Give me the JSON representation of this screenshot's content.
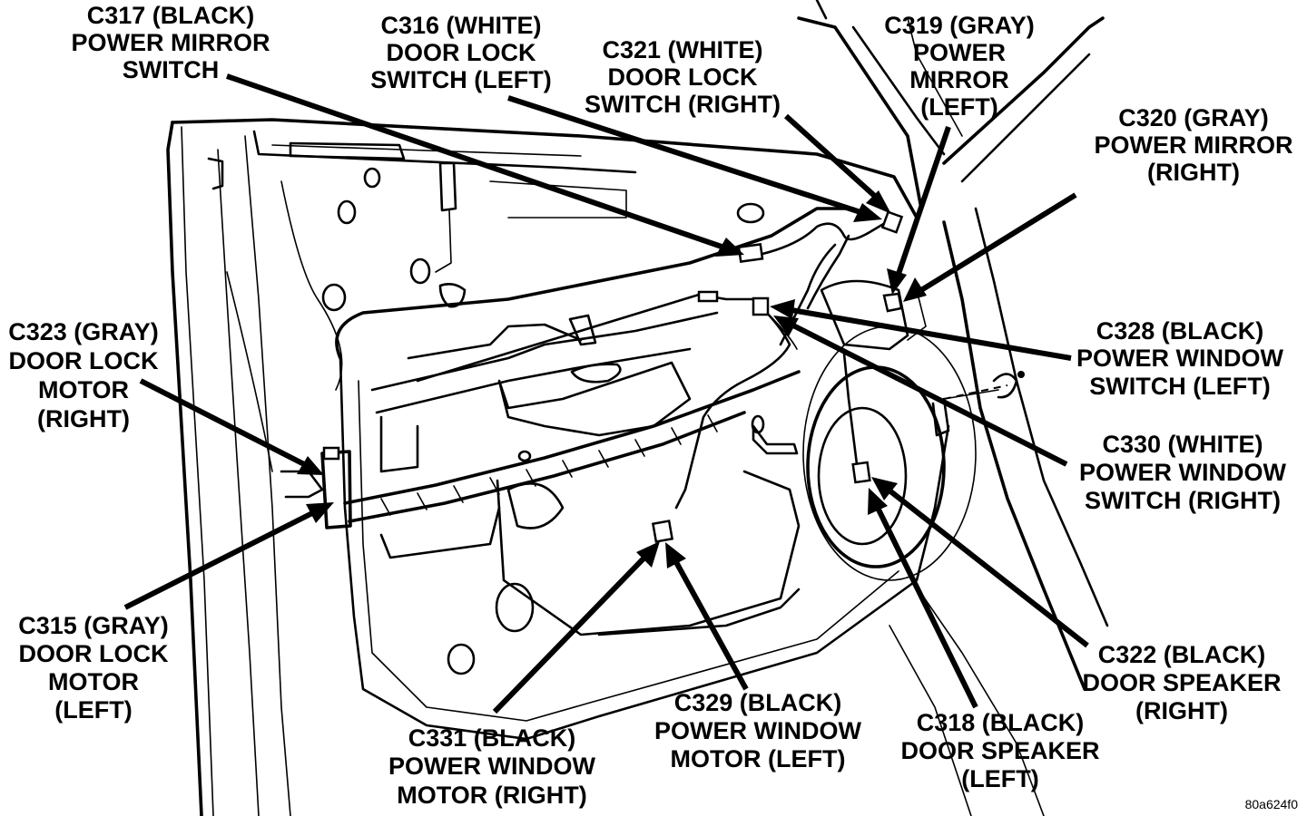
{
  "callouts": [
    {
      "id": "c317",
      "lines": [
        "C317 (BLACK)",
        "POWER MIRROR",
        "SWITCH"
      ]
    },
    {
      "id": "c316",
      "lines": [
        "C316 (WHITE)",
        "DOOR LOCK",
        "SWITCH (LEFT)"
      ]
    },
    {
      "id": "c321",
      "lines": [
        "C321 (WHITE)",
        "DOOR LOCK",
        "SWITCH (RIGHT)"
      ]
    },
    {
      "id": "c319",
      "lines": [
        "C319 (GRAY)",
        "POWER",
        "MIRROR",
        "(LEFT)"
      ]
    },
    {
      "id": "c320",
      "lines": [
        "C320 (GRAY)",
        "POWER MIRROR",
        "(RIGHT)"
      ]
    },
    {
      "id": "c323",
      "lines": [
        "C323 (GRAY)",
        "DOOR LOCK",
        "MOTOR",
        "(RIGHT)"
      ]
    },
    {
      "id": "c328",
      "lines": [
        "C328 (BLACK)",
        "POWER WINDOW",
        "SWITCH (LEFT)"
      ]
    },
    {
      "id": "c330",
      "lines": [
        "C330 (WHITE)",
        "POWER WINDOW",
        "SWITCH (RIGHT)"
      ]
    },
    {
      "id": "c315",
      "lines": [
        "C315 (GRAY)",
        "DOOR LOCK",
        "MOTOR",
        "(LEFT)"
      ]
    },
    {
      "id": "c322",
      "lines": [
        "C322 (BLACK)",
        "DOOR SPEAKER",
        "(RIGHT)"
      ]
    },
    {
      "id": "c329",
      "lines": [
        "C329 (BLACK)",
        "POWER WINDOW",
        "MOTOR (LEFT)"
      ]
    },
    {
      "id": "c318",
      "lines": [
        "C318 (BLACK)",
        "DOOR SPEAKER",
        "(LEFT)"
      ]
    },
    {
      "id": "c331",
      "lines": [
        "C331 (BLACK)",
        "POWER WINDOW",
        "MOTOR (RIGHT)"
      ]
    }
  ],
  "figure_ref": "80a624f0"
}
